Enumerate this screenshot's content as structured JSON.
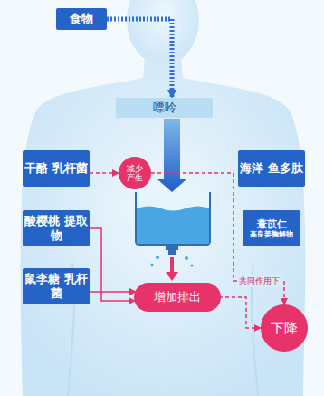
{
  "diagram": {
    "nodes": [
      {
        "text": [
          "食物"
        ]
      },
      {
        "text": [
          "嘌呤"
        ]
      },
      {
        "text": [
          "干酪 乳杆菌"
        ]
      },
      {
        "text": [
          "减少产生"
        ]
      },
      {
        "text": [
          "海洋 鱼多肽"
        ]
      },
      {
        "text": [
          "酸樱桃 提取物"
        ]
      },
      {
        "text": [
          "薏苡仁",
          "高良姜胸解物"
        ]
      },
      {
        "text": [
          "鼠李糖 乳杆菌"
        ]
      },
      {
        "text": [
          "增加排出"
        ]
      },
      {
        "text": [
          "下降"
        ]
      }
    ],
    "edges": [
      {
        "from": 0,
        "to": 1,
        "arrow": "to"
      },
      {
        "from": 2,
        "to": 3,
        "arrow": "to"
      },
      {
        "from": 5,
        "to": 8,
        "arrow": "to"
      },
      {
        "from": 7,
        "to": 8,
        "arrow": "to"
      },
      {
        "from": 3,
        "to": 9,
        "label": "共同作用下",
        "arrow": "to"
      },
      {
        "from": 8,
        "to": 9,
        "arrow": "to"
      }
    ]
  }
}
